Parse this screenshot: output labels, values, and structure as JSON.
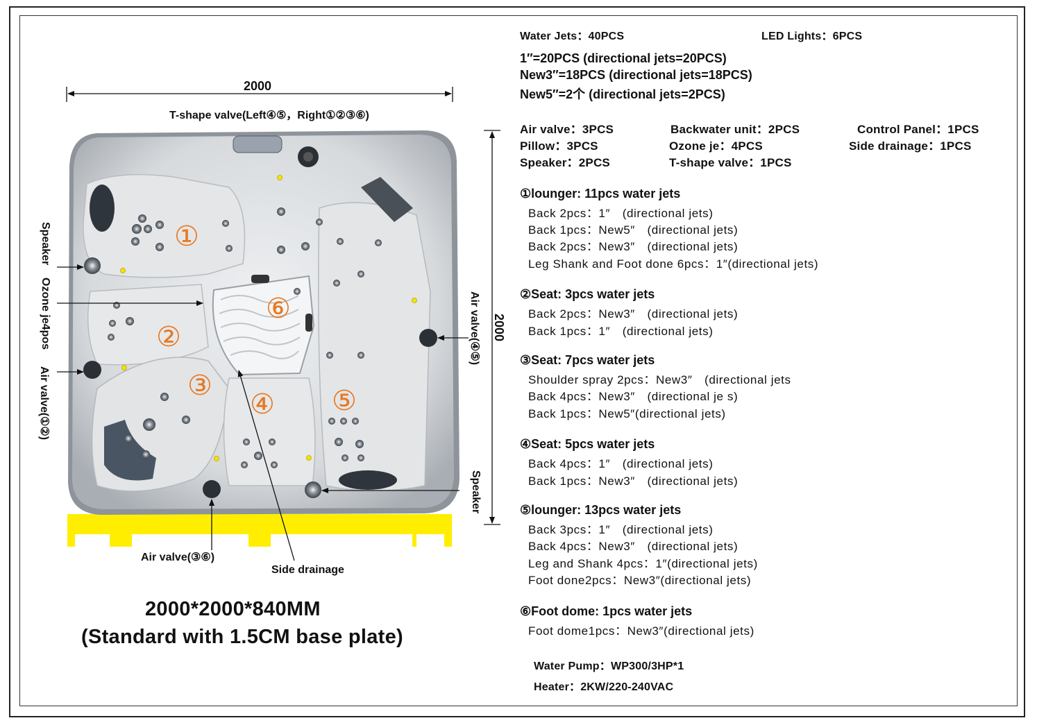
{
  "header": {
    "water_jets": "Water Jets：40PCS",
    "led_lights": "LED Lights：6PCS",
    "jets_1": "1″=20PCS (directional jets=20PCS)",
    "jets_new3": "New3″=18PCS (directional jets=18PCS)",
    "jets_new5": "New5″=2个 (directional jets=2PCS)"
  },
  "components": {
    "air_valve": "Air valve：3PCS",
    "backwater_unit": "Backwater unit：2PCS",
    "control_panel": "Control Panel：1PCS",
    "pillow": "Pillow：3PCS",
    "ozone_je": "Ozone je：4PCS",
    "side_drainage": "Side drainage：1PCS",
    "speaker": "Speaker：2PCS",
    "t_shape_valve": "T-shape valve：1PCS"
  },
  "sections": [
    {
      "title": "①lounger: 11pcs water jets",
      "lines": [
        "Back 2pcs：1″　(directional jets)",
        "Back 1pcs：New5″　(directional jets)",
        "Back 2pcs：New3″　(directional jets)",
        "Leg Shank and  Foot done 6pcs：1″(directional jets)"
      ]
    },
    {
      "title": "②Seat: 3pcs water jets",
      "lines": [
        "Back 2pcs：New3″　(directional jets)",
        "Back 1pcs：1″　(directional jets)"
      ]
    },
    {
      "title": "③Seat: 7pcs water jets",
      "lines": [
        "Shoulder spray 2pcs：New3″　(directional jets",
        "Back 4pcs：New3″　(directional je s)",
        "Back 1pcs：New5″(directional jets)"
      ]
    },
    {
      "title": "④Seat: 5pcs water jets",
      "lines": [
        "Back 4pcs：1″　(directional jets)",
        "Back 1pcs：New3″　(directional jets)"
      ]
    },
    {
      "title": "⑤lounger: 13pcs water jets",
      "lines": [
        "Back 3pcs：1″　(directional jets)",
        "Back 4pcs：New3″　(directional jets)",
        "Leg and Shank 4pcs：1″(directional jets)",
        "Foot done2pcs：New3″(directional jets)"
      ]
    },
    {
      "title": "⑥Foot dome: 1pcs water jets",
      "lines": [
        "Foot dome1pcs：New3″(directional jets)"
      ]
    }
  ],
  "footer": {
    "water_pump": "Water Pump：WP300/3HP*1",
    "heater": "Heater：2KW/220-240VAC"
  },
  "diagram": {
    "width_dim": "2000",
    "height_dim": "2000",
    "t_shape_label": "T-shape valve(Left④⑤，Right①②③⑥)",
    "speaker_left": "Speaker",
    "ozone_label": "Ozone je4pos",
    "air_valve_12": "Air valve(①②)",
    "air_valve_45": "Air valve(④⑤)",
    "speaker_right": "Speaker",
    "air_valve_36": "Air valve(③⑥)",
    "side_drainage": "Side drainage",
    "zones": [
      "①",
      "②",
      "③",
      "④",
      "⑤",
      "⑥"
    ],
    "dimensions": "2000*2000*840MM",
    "base_plate": "(Standard with 1.5CM base plate)"
  },
  "colors": {
    "zone_number": "#e8771f",
    "shell": "#d9dcdf",
    "base": "#ffee00",
    "pillow": "#4a5563"
  }
}
